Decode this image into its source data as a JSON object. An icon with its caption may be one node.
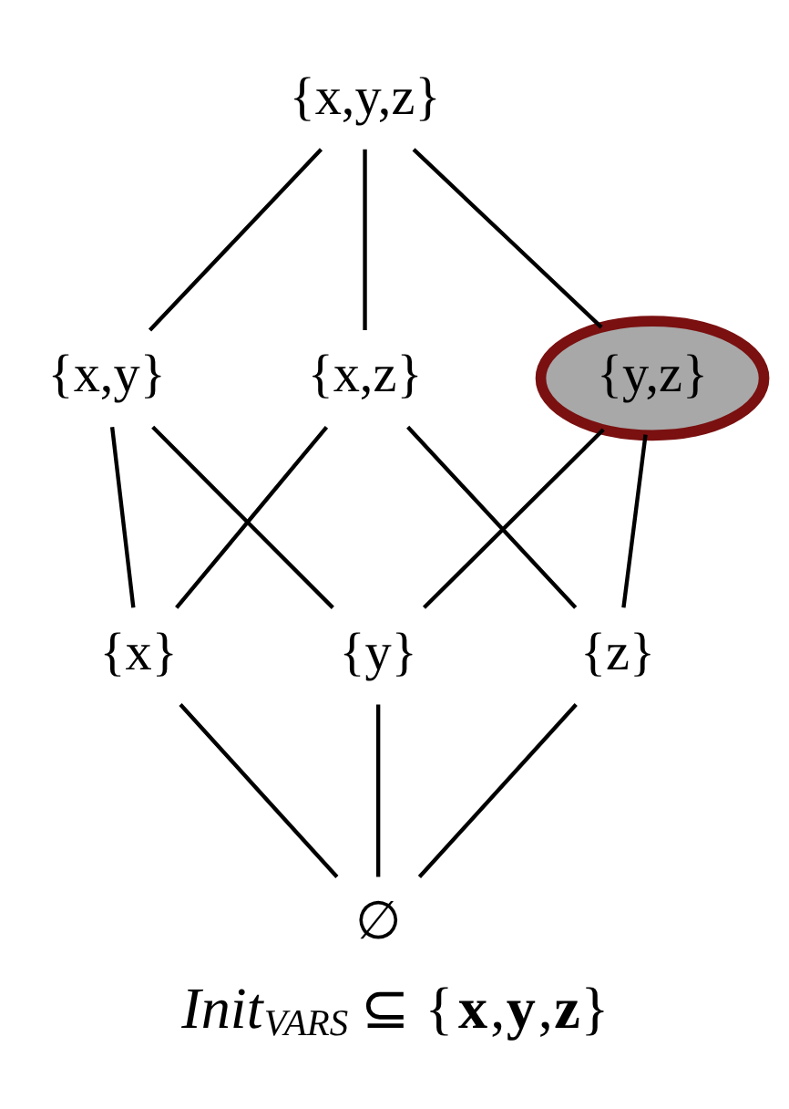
{
  "diagram": {
    "caption": "*Init*$_{VARS}$ ⊆ {**x**,**y**,**z**}",
    "nodes": [
      {
        "text": [
          "{x,y,z}"
        ]
      },
      {
        "text": [
          "{x,y}"
        ]
      },
      {
        "text": [
          "{x,z}"
        ]
      },
      {
        "text": [
          "{y,z}"
        ]
      },
      {
        "text": [
          "{x}"
        ]
      },
      {
        "text": [
          "{y}"
        ]
      },
      {
        "text": [
          "{z}"
        ]
      },
      {
        "text": [
          "∅"
        ]
      }
    ],
    "edges": [
      {
        "from": 0,
        "to": 1,
        "arrow": "none"
      },
      {
        "from": 0,
        "to": 2,
        "arrow": "none"
      },
      {
        "from": 0,
        "to": 3,
        "arrow": "none"
      },
      {
        "from": 1,
        "to": 4,
        "arrow": "none"
      },
      {
        "from": 1,
        "to": 5,
        "arrow": "none"
      },
      {
        "from": 2,
        "to": 4,
        "arrow": "none"
      },
      {
        "from": 2,
        "to": 6,
        "arrow": "none"
      },
      {
        "from": 3,
        "to": 5,
        "arrow": "none"
      },
      {
        "from": 3,
        "to": 6,
        "arrow": "none"
      },
      {
        "from": 4,
        "to": 7,
        "arrow": "none"
      },
      {
        "from": 5,
        "to": 7,
        "arrow": "none"
      },
      {
        "from": 6,
        "to": 7,
        "arrow": "none"
      }
    ]
  }
}
